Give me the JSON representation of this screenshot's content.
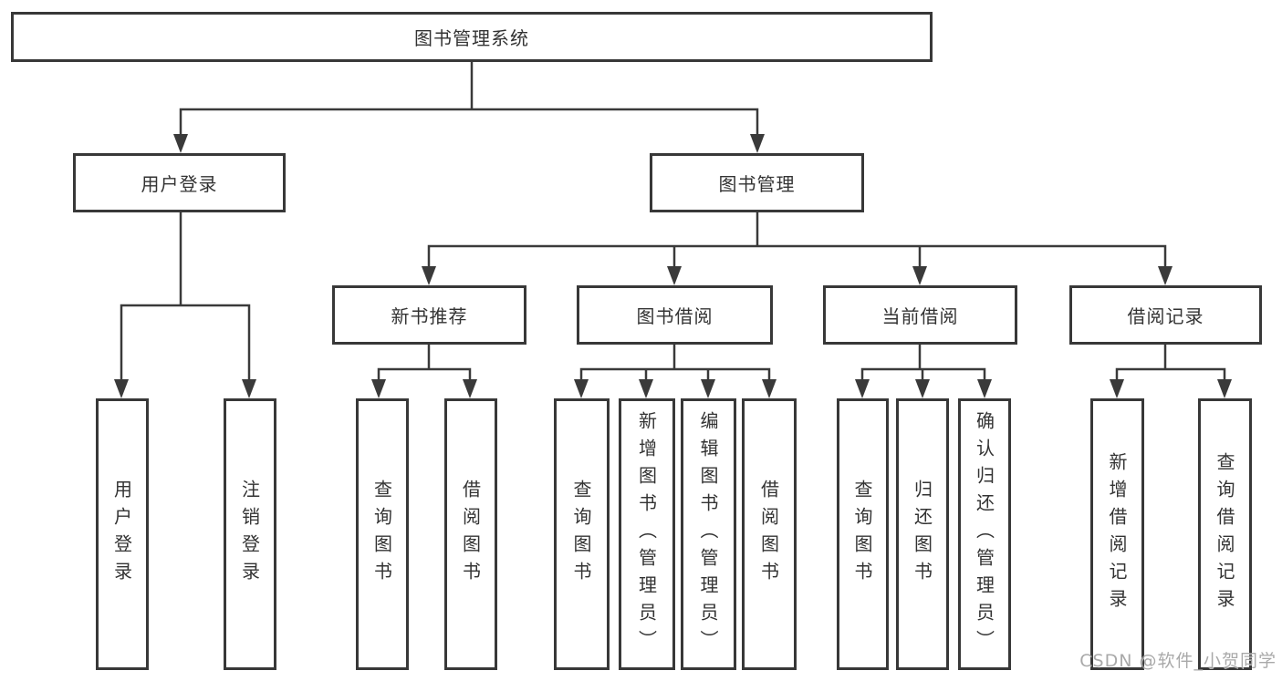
{
  "diagram": {
    "root": {
      "label": "图书管理系统"
    },
    "level2": [
      {
        "label": "用户登录"
      },
      {
        "label": "图书管理"
      }
    ],
    "level3": [
      {
        "label": "新书推荐"
      },
      {
        "label": "图书借阅"
      },
      {
        "label": "当前借阅"
      },
      {
        "label": "借阅记录"
      }
    ],
    "leaves": {
      "user_login": [
        "用户登录",
        "注销登录"
      ],
      "new_book": [
        "查询图书",
        "借阅图书"
      ],
      "book_borrow": [
        "查询图书",
        "新增图书（管理员）",
        "编辑图书（管理员）",
        "借阅图书"
      ],
      "current_borrow": [
        "查询图书",
        "归还图书",
        "确认归还（管理员）"
      ],
      "borrow_records": [
        "新增借阅记录",
        "查询借阅记录"
      ]
    },
    "watermark": "CSDN @软件_小贺同学",
    "colors": {
      "line": "#3a3a3a",
      "text": "#333333",
      "background": "#ffffff",
      "watermark": "#9e9e9e"
    }
  }
}
